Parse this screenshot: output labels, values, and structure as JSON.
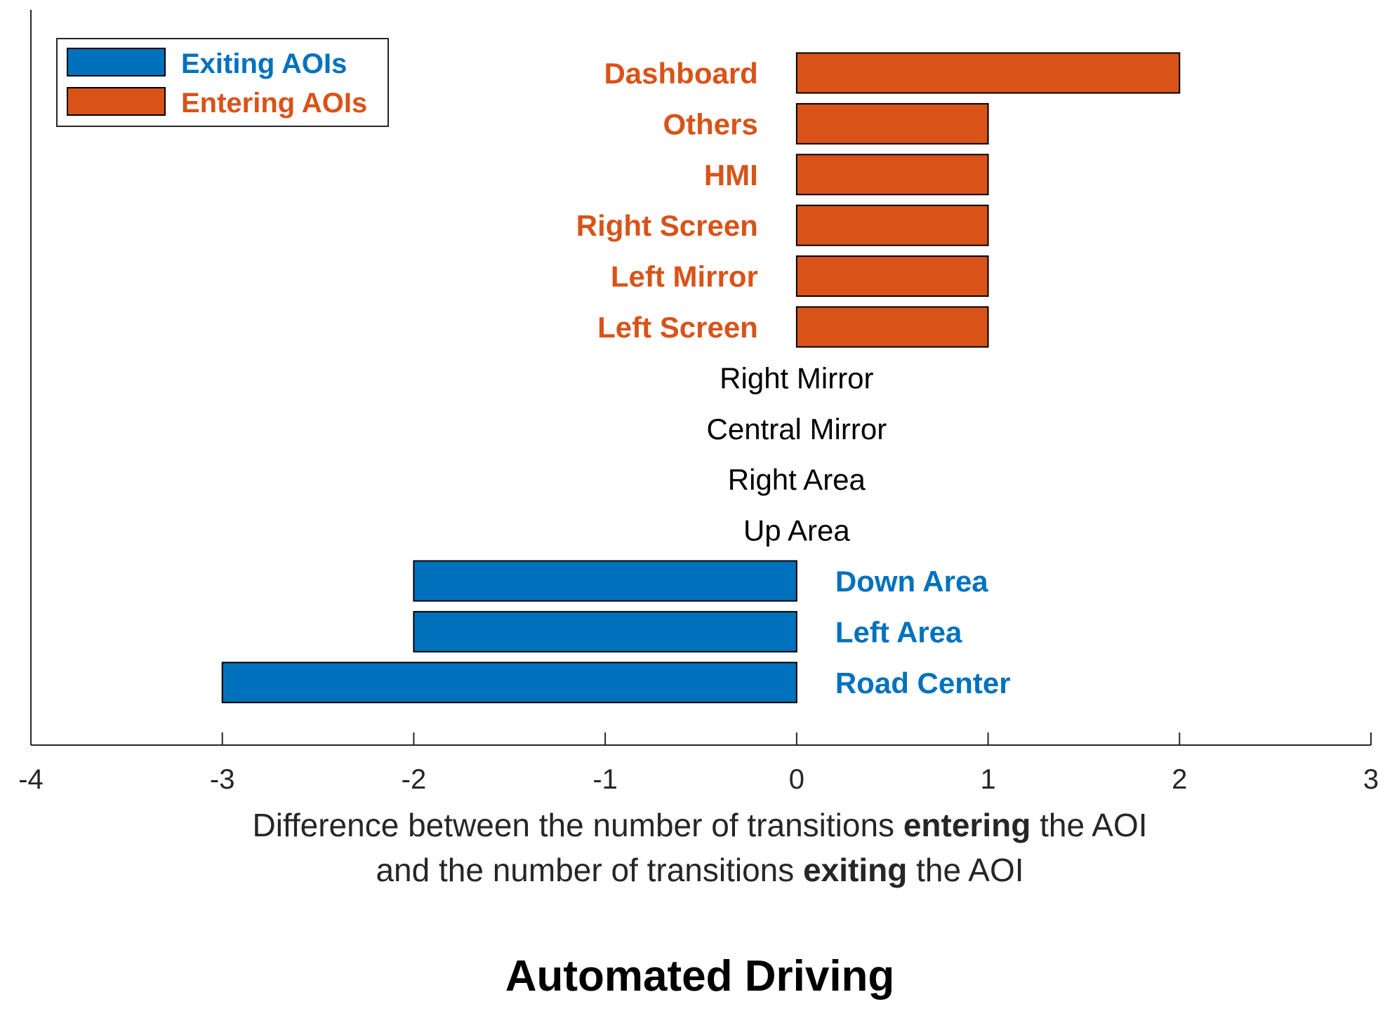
{
  "chart_data": {
    "type": "bar",
    "orientation": "horizontal",
    "title": "Automated Driving",
    "xlabel_lines": [
      [
        "Difference between the number of transitions ",
        "entering",
        " the AOI"
      ],
      [
        "and the number of transitions ",
        "exiting",
        " the AOI"
      ]
    ],
    "xlim": [
      -4,
      3
    ],
    "xticks": [
      -4,
      -3,
      -2,
      -1,
      0,
      1,
      2,
      3
    ],
    "xtick_labels": [
      "-4",
      "-3",
      "-2",
      "-1",
      "0",
      "1",
      "2",
      "3"
    ],
    "grid": false,
    "legend_position": "top-left",
    "series": [
      {
        "name": "Exiting AOIs",
        "color": "#0072BD"
      },
      {
        "name": "Entering AOIs",
        "color": "#D95319"
      }
    ],
    "categories": [
      "Dashboard",
      "Others",
      "HMI",
      "Right Screen",
      "Left Mirror",
      "Left Screen",
      "Right Mirror",
      "Central Mirror",
      "Right Area",
      "Up Area",
      "Down Area",
      "Left Area",
      "Road Center"
    ],
    "values": [
      2,
      1,
      1,
      1,
      1,
      1,
      0,
      0,
      0,
      0,
      -2,
      -2,
      -3
    ],
    "neutral_label_color": "#000000"
  }
}
